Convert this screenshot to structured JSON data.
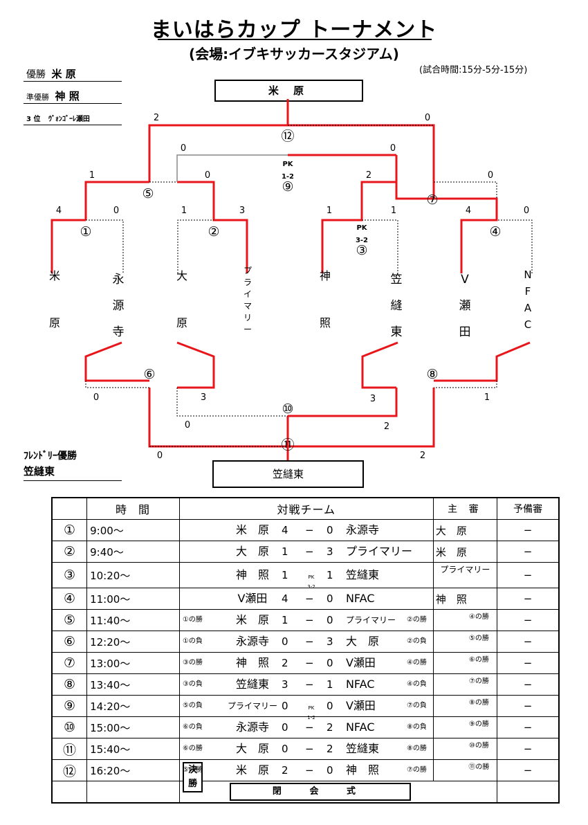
{
  "header": {
    "title": "まいはらカップ トーナメント",
    "venue": "(会場:イブキサッカースタジアム)",
    "match_time": "(試合時間:15分-5分-15分)"
  },
  "results": {
    "winner_label": "優勝",
    "winner": "米 原",
    "runner_up_label": "準優勝",
    "runner_up": "神 照",
    "third_label": "3 位",
    "third": "ｳﾞｫﾝｺﾞｰﾚ瀬田"
  },
  "champion_box": "米 原",
  "friendly": {
    "label": "ﾌﾚﾝﾄﾞﾘｰ優勝",
    "team": "笠縫東",
    "box": "笠縫東"
  },
  "teams": [
    {
      "chars": [
        "米",
        "",
        "原"
      ]
    },
    {
      "chars": [
        "永",
        "源",
        "寺"
      ]
    },
    {
      "chars": [
        "大",
        "",
        "原"
      ]
    },
    {
      "chars": [
        "プ",
        "ラ",
        "イ",
        "マ",
        "リ",
        "ー"
      ]
    },
    {
      "chars": [
        "神",
        "",
        "照"
      ]
    },
    {
      "chars": [
        "笠",
        "縫",
        "東"
      ]
    },
    {
      "chars": [
        "V",
        "瀬",
        "田"
      ]
    },
    {
      "chars": [
        "N",
        "F",
        "A",
        "C"
      ]
    }
  ],
  "bracket_labels": {
    "m1": "①",
    "m2": "②",
    "m3": "③",
    "m4": "④",
    "m5": "⑤",
    "m6": "⑥",
    "m7": "⑦",
    "m8": "⑧",
    "m9": "⑨",
    "m10": "⑩",
    "m11": "⑪",
    "m12": "⑫",
    "pk_label": "PK",
    "pk3": "3-2",
    "pk9": "1-2"
  },
  "bracket_scores": {
    "m1a": "4",
    "m1b": "0",
    "m2a": "1",
    "m2b": "3",
    "m3a": "1",
    "m3b": "1",
    "m4a": "4",
    "m4b": "0",
    "m5a": "1",
    "m5b": "0",
    "m7a": "2",
    "m7b": "0",
    "m9a": "0",
    "m9b": "0",
    "m12a": "2",
    "m12b": "0",
    "m6a": "0",
    "m6b": "3",
    "m8a": "3",
    "m8b": "1",
    "m10a": "0",
    "m10b": "2",
    "m11a": "0",
    "m11b": "2"
  },
  "schedule": {
    "headers": {
      "time": "時 間",
      "match": "対戦チーム",
      "referee": "主 審",
      "sub": "予備審"
    },
    "rows": [
      {
        "no": "①",
        "time": "9:00〜",
        "ln": "",
        "left": "米　原",
        "sa": "4",
        "dash": "−",
        "sb": "0",
        "right": "永源寺",
        "rn": "",
        "ref": "大　原",
        "refnote": "",
        "sub": "−"
      },
      {
        "no": "②",
        "time": "9:40〜",
        "ln": "",
        "left": "大　原",
        "sa": "1",
        "dash": "−",
        "sb": "3",
        "right": "プライマリー",
        "rn": "",
        "ref": "米　原",
        "refnote": "",
        "sub": "−"
      },
      {
        "no": "③",
        "time": "10:20〜",
        "ln": "",
        "left": "神　照",
        "sa": "1",
        "dash": "",
        "pk1": "PK",
        "pk2": "3-2",
        "sb": "1",
        "right": "笠縫東",
        "rn": "",
        "ref": "プライマリー",
        "refnote": "",
        "sub": "−"
      },
      {
        "no": "④",
        "time": "11:00〜",
        "ln": "",
        "left": "V瀬田",
        "sa": "4",
        "dash": "−",
        "sb": "0",
        "right": "NFAC",
        "rn": "",
        "ref": "神　照",
        "refnote": "",
        "sub": "−"
      },
      {
        "no": "⑤",
        "time": "11:40〜",
        "ln": "①の勝",
        "left": "米　原",
        "sa": "1",
        "dash": "−",
        "sb": "0",
        "right": "プライマリー",
        "rn": "②の勝",
        "ref": "",
        "refnote": "④の勝",
        "sub": "−"
      },
      {
        "no": "⑥",
        "time": "12:20〜",
        "ln": "①の負",
        "left": "永源寺",
        "sa": "0",
        "dash": "−",
        "sb": "3",
        "right": "大　原",
        "rn": "②の負",
        "ref": "",
        "refnote": "⑤の勝",
        "sub": "−"
      },
      {
        "no": "⑦",
        "time": "13:00〜",
        "ln": "③の勝",
        "left": "神　照",
        "sa": "2",
        "dash": "−",
        "sb": "0",
        "right": "V瀬田",
        "rn": "④の勝",
        "ref": "",
        "refnote": "⑥の勝",
        "sub": "−"
      },
      {
        "no": "⑧",
        "time": "13:40〜",
        "ln": "③の負",
        "left": "笠縫東",
        "sa": "3",
        "dash": "−",
        "sb": "1",
        "right": "NFAC",
        "rn": "④の負",
        "ref": "",
        "refnote": "⑦の勝",
        "sub": "−"
      },
      {
        "no": "⑨",
        "time": "14:20〜",
        "ln": "⑤の負",
        "left": "プライマリー",
        "sa": "0",
        "dash": "",
        "pk1": "PK",
        "pk2": "1-2",
        "sb": "0",
        "right": "V瀬田",
        "rn": "⑦の負",
        "ref": "",
        "refnote": "⑧の勝",
        "sub": "−"
      },
      {
        "no": "⑩",
        "time": "15:00〜",
        "ln": "⑥の負",
        "left": "永源寺",
        "sa": "0",
        "dash": "−",
        "sb": "2",
        "right": "NFAC",
        "rn": "⑧の負",
        "ref": "",
        "refnote": "⑨の勝",
        "sub": "−"
      },
      {
        "no": "⑪",
        "time": "15:40〜",
        "ln": "⑥の勝",
        "left": "大　原",
        "sa": "0",
        "dash": "−",
        "sb": "2",
        "right": "笠縫東",
        "rn": "⑧の勝",
        "ref": "",
        "refnote": "⑩の勝",
        "sub": "−"
      },
      {
        "no": "⑫",
        "time": "16:20〜",
        "ln": "⑤の勝",
        "left": "米　原",
        "sa": "2",
        "dash": "−",
        "sb": "0",
        "right": "神　照",
        "rn": "⑦の勝",
        "ref": "",
        "refnote": "⑪の勝",
        "sub": "−",
        "final": "決 勝"
      }
    ],
    "closing": "閉 会 式"
  }
}
